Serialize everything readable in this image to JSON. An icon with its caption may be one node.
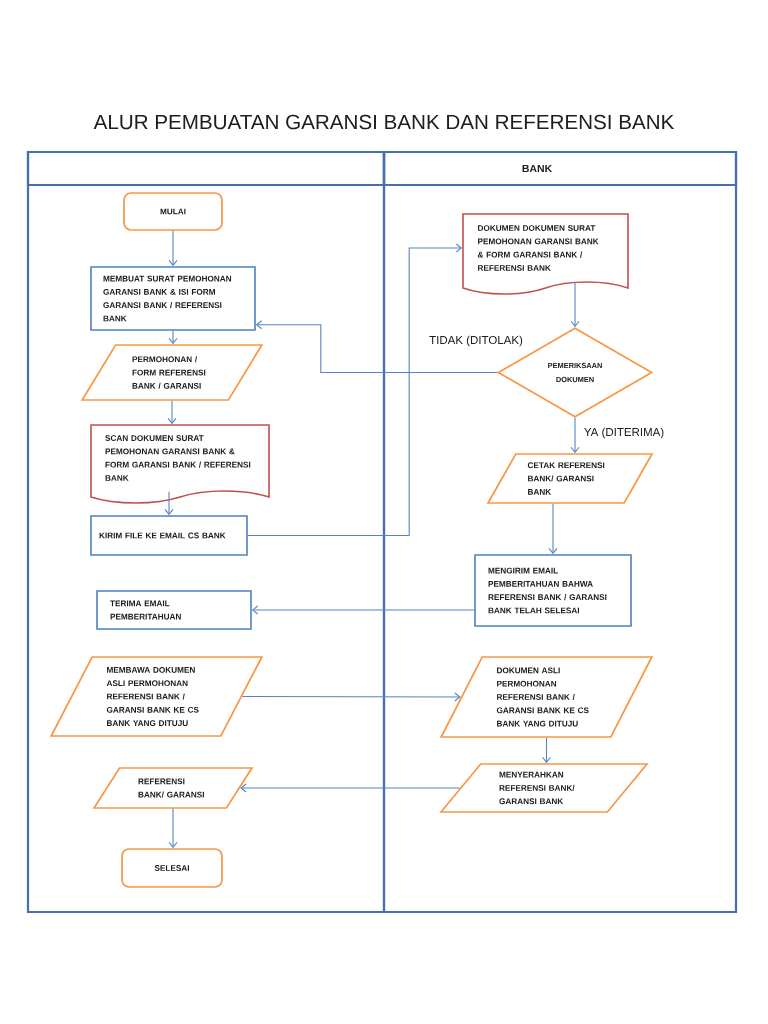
{
  "diagram": {
    "title": "ALUR PEMBUATAN GARANSI BANK DAN REFERENSI BANK",
    "nodes": [
      {
        "text": [],
        "shape": "box"
      },
      {
        "text": [
          "BANK"
        ]
      },
      {
        "text": [
          "MULAI"
        ],
        "in": 0
      },
      {
        "text": [
          "MEMBUAT SURAT PEMOHONAN GARANSI BANK & ISI FORM GARANSI BANK / REFERENSI BANK"
        ],
        "in": 0
      },
      {
        "text": [
          "PERMOHONAN / FORM REFERENSI BANK / GARANSI"
        ],
        "in": 0
      },
      {
        "text": [
          "SCAN DOKUMEN SURAT PEMOHONAN GARANSI BANK & FORM GARANSI BANK / REFERENSI BANK"
        ],
        "in": 0
      },
      {
        "text": [
          "KIRIM FILE KE EMAIL CS BANK"
        ],
        "in": 0
      },
      {
        "text": [
          "TERIMA EMAIL PEMBERITAHUAN"
        ],
        "in": 0
      },
      {
        "text": [
          "MEMBAWA DOKUMEN ASLI PERMOHONAN REFERENSI BANK / GARANSI BANK KE CS BANK YANG DITUJU"
        ],
        "in": 0
      },
      {
        "text": [
          "REFERENSI BANK/ GARANSI"
        ],
        "in": 0
      },
      {
        "text": [
          "SELESAI"
        ],
        "in": 0
      },
      {
        "text": [
          "DOKUMEN DOKUMEN SURAT PEMOHONAN GARANSI BANK & FORM GARANSI BANK / REFERENSI BANK"
        ],
        "in": 1
      },
      {
        "text": [
          "PEMERIKSAAN DOKUMEN"
        ],
        "in": 1
      },
      {
        "text": [
          "CETAK REFERENSI BANK/ GARANSI BANK"
        ],
        "in": 1
      },
      {
        "text": [
          "MENGIRIM EMAIL PEMBERITAHUAN BAHWA REFERENSI BANK / GARANSI BANK TELAH SELESAI"
        ],
        "in": 1
      },
      {
        "text": [
          "DOKUMEN ASLI PERMOHONAN REFERENSI BANK / GARANSI BANK KE CS BANK YANG DITUJU"
        ],
        "in": 1
      },
      {
        "text": [
          "MENYERAHKAN REFERENSI BANK/ GARANSI BANK"
        ],
        "in": 1
      }
    ],
    "edges": [
      {
        "from": 2,
        "to": 3,
        "arrow": "to"
      },
      {
        "from": 3,
        "to": 4,
        "arrow": "to"
      },
      {
        "from": 4,
        "to": 5,
        "arrow": "to"
      },
      {
        "from": 5,
        "to": 6,
        "arrow": "to"
      },
      {
        "from": 6,
        "to": 11,
        "arrow": "to"
      },
      {
        "from": 11,
        "to": 12,
        "arrow": "to"
      },
      {
        "from": 12,
        "to": 3,
        "arrow": "to",
        "label": "TIDAK (DITOLAK)"
      },
      {
        "from": 12,
        "to": 13,
        "arrow": "to",
        "label": "YA (DITERIMA)"
      },
      {
        "from": 13,
        "to": 14,
        "arrow": "to"
      },
      {
        "from": 14,
        "to": 7,
        "arrow": "to"
      },
      {
        "from": 8,
        "to": 15,
        "arrow": "to"
      },
      {
        "from": 15,
        "to": 16,
        "arrow": "to"
      },
      {
        "from": 16,
        "to": 9,
        "arrow": "to"
      },
      {
        "from": 9,
        "to": 10,
        "arrow": "to"
      }
    ]
  }
}
